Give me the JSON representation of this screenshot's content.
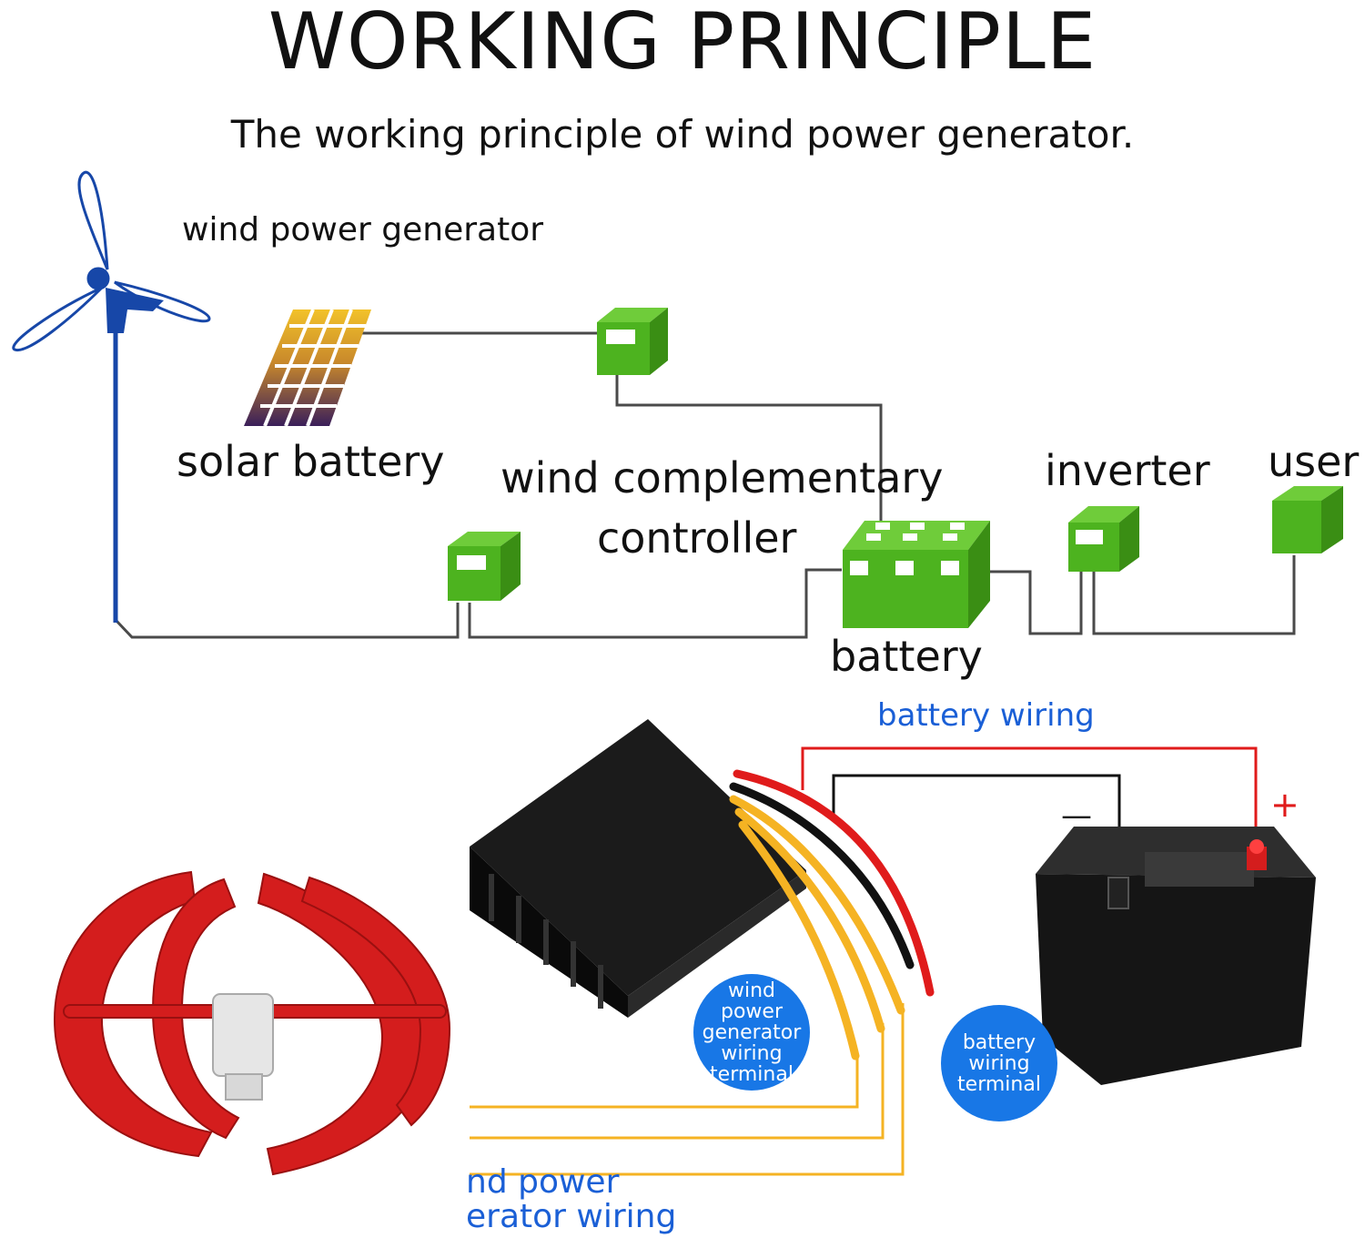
{
  "title": "WORKING PRINCIPLE",
  "subtitle": "The working principle of wind power generator.",
  "labels": {
    "wind_power_generator": "wind power generator",
    "solar_battery": "solar battery",
    "controller_line1": "wind complementary",
    "controller_line2": "controller",
    "inverter": "inverter",
    "user": "user",
    "battery": "battery",
    "battery_wiring": "battery wiring",
    "plus_sign": "+",
    "minus_sign": "—",
    "wind_generator_wiring_line1": "nd power",
    "wind_generator_wiring_line2": "erator wiring"
  },
  "bubbles": {
    "wind_terminal": [
      "wind",
      "power",
      "generator",
      "wiring",
      "terminal"
    ],
    "battery_terminal": [
      "battery",
      "wiring",
      "terminal"
    ]
  },
  "colors": {
    "box_green": "#4db31f",
    "box_green_dark": "#3a8e14",
    "wire_blue": "#1747a8",
    "wire_red": "#e01b1b",
    "wire_yellow": "#f5b323",
    "label_blue": "#1a5fd6",
    "bubble_blue": "#1877e6",
    "turbine_red": "#d41d1d"
  }
}
